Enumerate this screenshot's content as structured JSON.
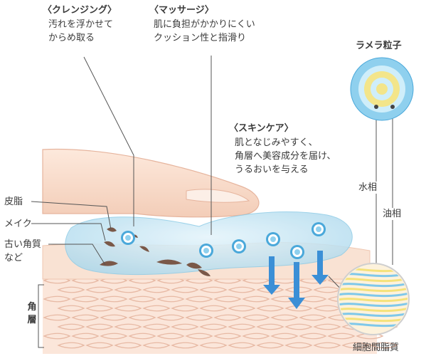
{
  "cleansing": {
    "heading": "〈クレンジング〉",
    "line1": "汚れを浮かせて",
    "line2": "からめ取る"
  },
  "massage": {
    "heading": "〈マッサージ〉",
    "line1": "肌に負担がかかりにくい",
    "line2": "クッション性と指滑り"
  },
  "skincare": {
    "heading": "〈スキンケア〉",
    "line1": "肌となじみやすく、",
    "line2": "角層へ美容成分を届け、",
    "line3": "うるおいを与える"
  },
  "lamellar": {
    "title": "ラメラ粒子",
    "water_phase": "水相",
    "oil_phase": "油相"
  },
  "left_labels": {
    "sebum": "皮脂",
    "makeup": "メイク",
    "old_keratin_1": "古い角質",
    "old_keratin_2": "など"
  },
  "stratum": {
    "char1": "角",
    "char2": "層"
  },
  "intercellular": {
    "label": "細胞間脂質"
  },
  "colors": {
    "gel": "#bfe3f2",
    "arrow": "#3b8fd6",
    "skin": "#f7dccb",
    "oil_stripe": "#f5e27a",
    "water_stripe": "#7fc8ea",
    "grime": "#7a5848"
  }
}
